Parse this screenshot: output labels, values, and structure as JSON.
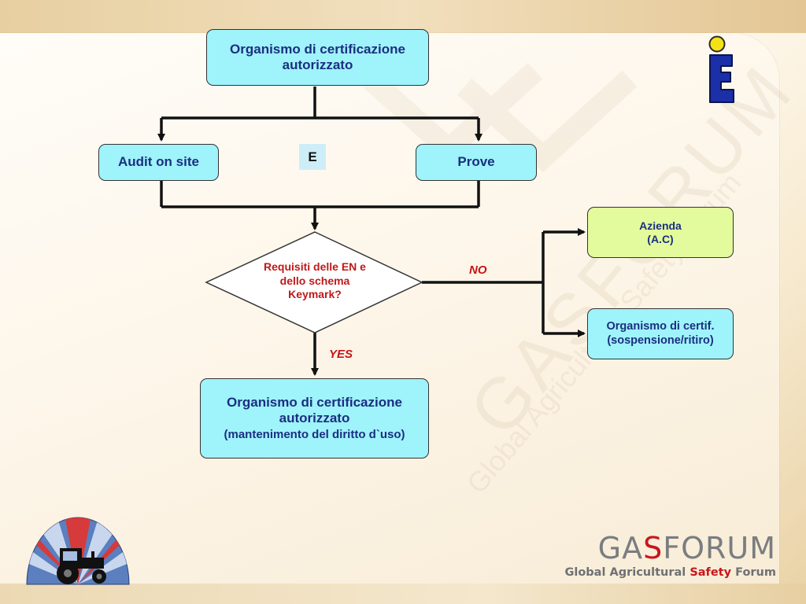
{
  "nodes": {
    "top": {
      "line1": "Organismo di certificazione",
      "line2": "autorizzato"
    },
    "audit": "Audit on site",
    "prove": "Prove",
    "badge": "E",
    "decision": {
      "line1": "Requisiti delle EN e",
      "line2": "dello schema",
      "line3": "Keymark?"
    },
    "azienda": {
      "line1": "Azienda",
      "line2": "(A.C)"
    },
    "org_cert": {
      "line1": "Organismo di certif.",
      "line2": "(sospensione/ritiro)"
    },
    "bottom": {
      "line1": "Organismo di certificazione",
      "line2": "autorizzato",
      "line3": "(mantenimento del diritto d`uso)"
    }
  },
  "labels": {
    "no": "NO",
    "yes": "YES"
  },
  "watermark": {
    "main": "GASFORUM",
    "sub": "Global Agricultural Safety Forum"
  },
  "brand": {
    "part1": "GA",
    "part2": "S",
    "part3": "FORUM",
    "sub1": "Global Agricultural ",
    "sub2": "Safety",
    "sub3": " Forum"
  },
  "colors": {
    "box_cyan": "#9ff3fb",
    "box_green": "#e3fb9c",
    "text_navy": "#1a2f80",
    "text_red": "#c01818",
    "brand_red": "#c8161d",
    "brand_gray": "#7a7d80"
  },
  "icons": {
    "top_right": "keymark-logo-icon",
    "bottom_left": "tractor-emblem-icon"
  }
}
